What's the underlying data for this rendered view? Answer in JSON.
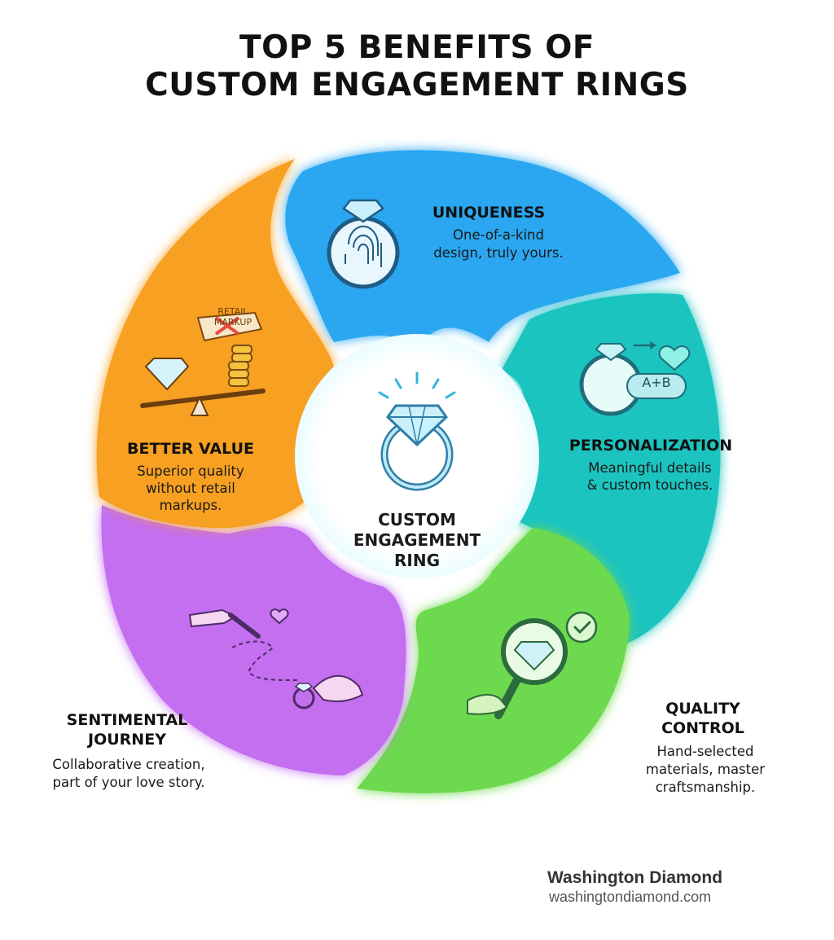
{
  "title": {
    "line1": "TOP 5 BENEFITS OF",
    "line2": "CUSTOM ENGAGEMENT RINGS"
  },
  "center": {
    "line1": "CUSTOM",
    "line2": "ENGAGEMENT",
    "line3": "RING"
  },
  "segments": [
    {
      "id": "uniqueness",
      "title": "UNIQUENESS",
      "desc": [
        "One-of-a-kind",
        "design, truly yours."
      ],
      "color": "#2aa7f0",
      "icon": "fingerprint-ring-icon"
    },
    {
      "id": "personalization",
      "title": "PERSONALIZATION",
      "desc": [
        "Meaningful details",
        "& custom touches."
      ],
      "color": "#1cc4c0",
      "icon": "engraved-ring-icon",
      "engraving": "A+B"
    },
    {
      "id": "quality",
      "title": [
        "QUALITY",
        "CONTROL"
      ],
      "desc": [
        "Hand-selected",
        "materials, master",
        "craftsmanship."
      ],
      "color": "#6dd94f",
      "icon": "magnifier-diamond-icon"
    },
    {
      "id": "sentimental",
      "title": [
        "SENTIMENTAL",
        "JOURNEY"
      ],
      "desc": [
        "Collaborative creation,",
        "part of your love story."
      ],
      "color": "#c46ef0",
      "icon": "hands-sketch-icon"
    },
    {
      "id": "value",
      "title": "BETTER VALUE",
      "desc": [
        "Superior quality",
        "without retail",
        "markups."
      ],
      "color": "#f7a020",
      "icon": "balance-scale-icon",
      "tag": [
        "RETAIL",
        "MARKUP"
      ]
    }
  ],
  "footer": {
    "brand": "Washington Diamond",
    "url": "washingtondiamond.com"
  }
}
